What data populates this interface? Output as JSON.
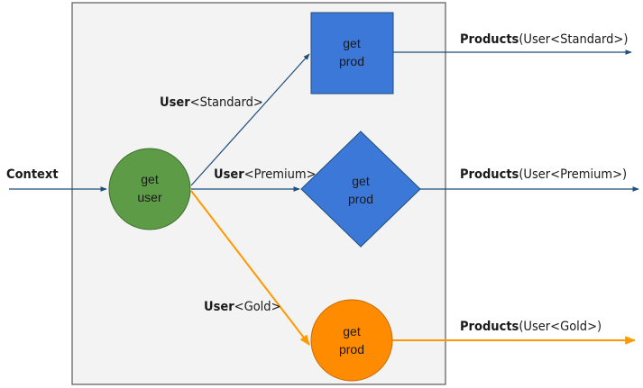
{
  "diagram": {
    "input_label": "Context",
    "nodes": {
      "get_user": {
        "line1": "get",
        "line2": "user"
      },
      "get_prod_standard": {
        "line1": "get",
        "line2": "prod"
      },
      "get_prod_premium": {
        "line1": "get",
        "line2": "prod"
      },
      "get_prod_gold": {
        "line1": "get",
        "line2": "prod"
      }
    },
    "edges": {
      "standard": {
        "bold": "User",
        "rest": "<Standard>"
      },
      "premium": {
        "bold": "User",
        "rest": "<Premium>"
      },
      "gold": {
        "bold": "User",
        "rest": "<Gold>"
      }
    },
    "outputs": {
      "standard": {
        "bold": "Products",
        "rest": "(User<Standard>)"
      },
      "premium": {
        "bold": "Products",
        "rest": "(User<Premium>)"
      },
      "gold": {
        "bold": "Products",
        "rest": "(User<Gold>)"
      }
    },
    "colors": {
      "container_fill": "#f3f3f3",
      "container_stroke": "#595959",
      "user_node": "#5d9b46",
      "blue_node": "#3c78d8",
      "gold_node": "#ff8c00",
      "blue_edge": "#1f4e79",
      "gold_edge": "#ff9900"
    }
  }
}
